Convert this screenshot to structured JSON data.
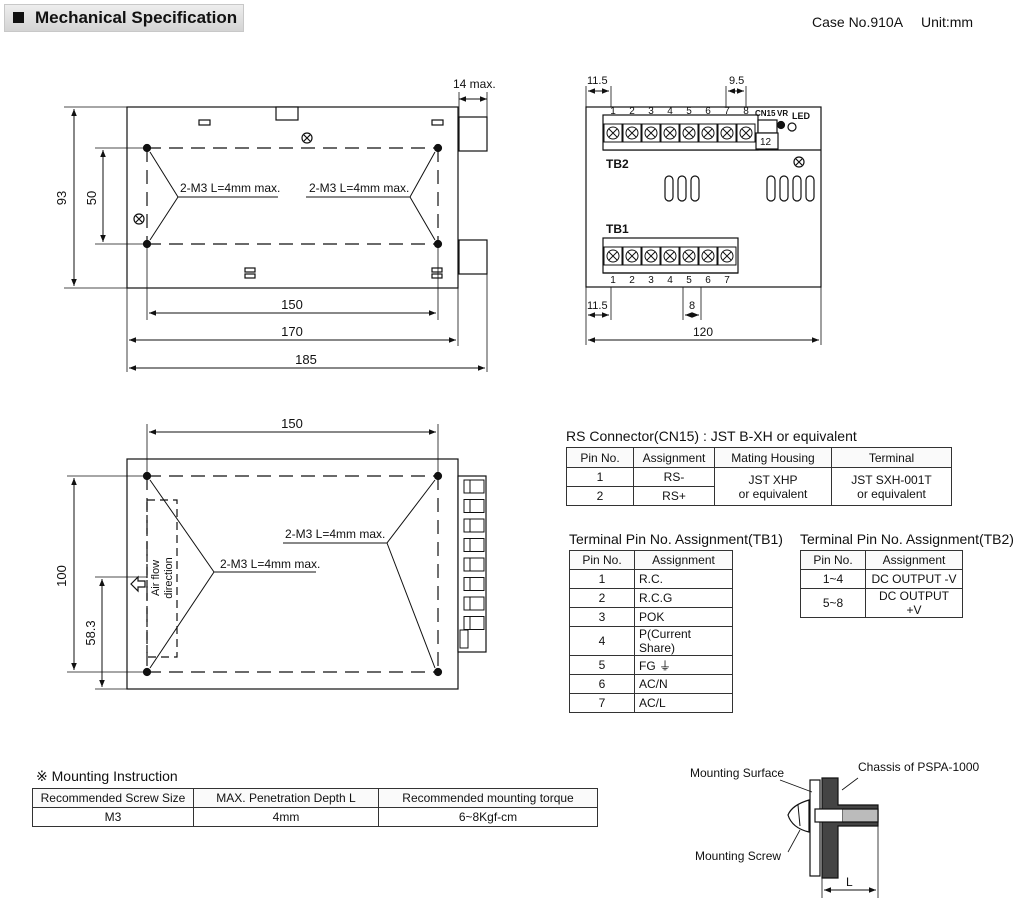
{
  "header": {
    "title": "Mechanical Specification",
    "case_no": "Case No.910A",
    "unit": "Unit:mm"
  },
  "top_view": {
    "dim_14max": "14 max.",
    "dim_93": "93",
    "dim_50": "50",
    "screw_label_left": "2-M3 L=4mm max.",
    "screw_label_right": "2-M3 L=4mm max.",
    "dim_150": "150",
    "dim_170": "170",
    "dim_185": "185"
  },
  "front_view": {
    "dim_11_5_top": "11.5",
    "dim_9_5": "9.5",
    "dim_11_5_bottom": "11.5",
    "dim_8": "8",
    "dim_120": "120",
    "tb2_label": "TB2",
    "tb1_label": "TB1",
    "cn15_label": "CN15",
    "vr_label": "VR",
    "led_label": "LED",
    "cn15_pins": "12",
    "tb2_pins": [
      "1",
      "2",
      "3",
      "4",
      "5",
      "6",
      "7",
      "8"
    ],
    "tb1_pins": [
      "1",
      "2",
      "3",
      "4",
      "5",
      "6",
      "7"
    ]
  },
  "bottom_view": {
    "dim_150": "150",
    "dim_100": "100",
    "dim_58_3": "58.3",
    "screw_label_left": "2-M3 L=4mm max.",
    "screw_label_right": "2-M3 L=4mm max.",
    "airflow_line1": "Air flow",
    "airflow_line2": "direction"
  },
  "rs_connector": {
    "title": "RS Connector(CN15) : JST B-XH or equivalent",
    "headers": [
      "Pin No.",
      "Assignment",
      "Mating Housing",
      "Terminal"
    ],
    "rows": [
      {
        "pin": "1",
        "assign": "RS-"
      },
      {
        "pin": "2",
        "assign": "RS+"
      }
    ],
    "housing_line1": "JST XHP",
    "housing_line2": "or equivalent",
    "terminal_line1": "JST SXH-001T",
    "terminal_line2": "or equivalent"
  },
  "tb1": {
    "title": "Terminal Pin No.  Assignment(TB1)",
    "headers": [
      "Pin No.",
      "Assignment"
    ],
    "rows": [
      {
        "pin": "1",
        "assign": "R.C."
      },
      {
        "pin": "2",
        "assign": "R.C.G"
      },
      {
        "pin": "3",
        "assign": "POK"
      },
      {
        "pin": "4",
        "assign": "P(Current Share)"
      },
      {
        "pin": "5",
        "assign": "FG ⏚"
      },
      {
        "pin": "6",
        "assign": "AC/N"
      },
      {
        "pin": "7",
        "assign": "AC/L"
      }
    ]
  },
  "tb2": {
    "title": "Terminal Pin No.  Assignment(TB2)",
    "headers": [
      "Pin No.",
      "Assignment"
    ],
    "rows": [
      {
        "pin": "1~4",
        "assign": "DC OUTPUT -V"
      },
      {
        "pin": "5~8",
        "assign": "DC OUTPUT +V"
      }
    ]
  },
  "mounting": {
    "title": "※ Mounting Instruction",
    "headers": [
      "Recommended Screw Size",
      "MAX. Penetration Depth L",
      "Recommended mounting torque"
    ],
    "values": [
      "M3",
      "4mm",
      "6~8Kgf-cm"
    ]
  },
  "mount_diagram": {
    "surface_label": "Mounting Surface",
    "chassis_label": "Chassis of PSPA-1000",
    "screw_label": "Mounting Screw",
    "l_label": "L"
  }
}
